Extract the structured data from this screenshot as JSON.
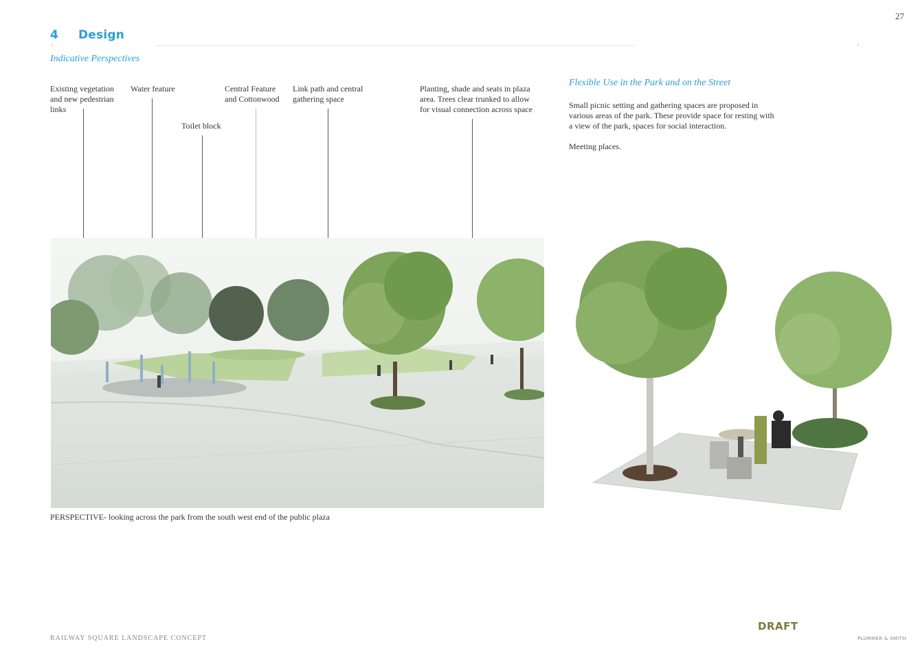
{
  "page_number": "27",
  "section": {
    "number": "4",
    "title": "Design"
  },
  "subheading": "Indicative Perspectives",
  "labels": {
    "existing_vegetation": "Existing vegetation\nand new pedestrian\nlinks",
    "water_feature": "Water feature",
    "toilet_block": "Toilet block",
    "central_feature": "Central Feature\nand Cottonwood",
    "link_path": "Link path and central\ngathering space",
    "planting": "Planting, shade and seats in plaza\narea. Trees clear trunked to allow\nfor visual connection across space"
  },
  "caption": "PERSPECTIVE- looking across the park from the south west end of the public plaza",
  "flexible_use": {
    "title": "Flexible Use in the Park and on the Street",
    "paragraph": "Small picnic setting and gathering spaces are proposed in various areas of the park. These provide space for resting with a view of the park, spaces for social interaction.",
    "meeting": "Meeting places."
  },
  "footer": {
    "left": "RAILWAY SQUARE LANDSCAPE CONCEPT",
    "draft": "DRAFT",
    "right": "PLUMMER & SMITH"
  },
  "colors": {
    "accent": "#2a9fd6",
    "draft": "#7d7a3a"
  }
}
